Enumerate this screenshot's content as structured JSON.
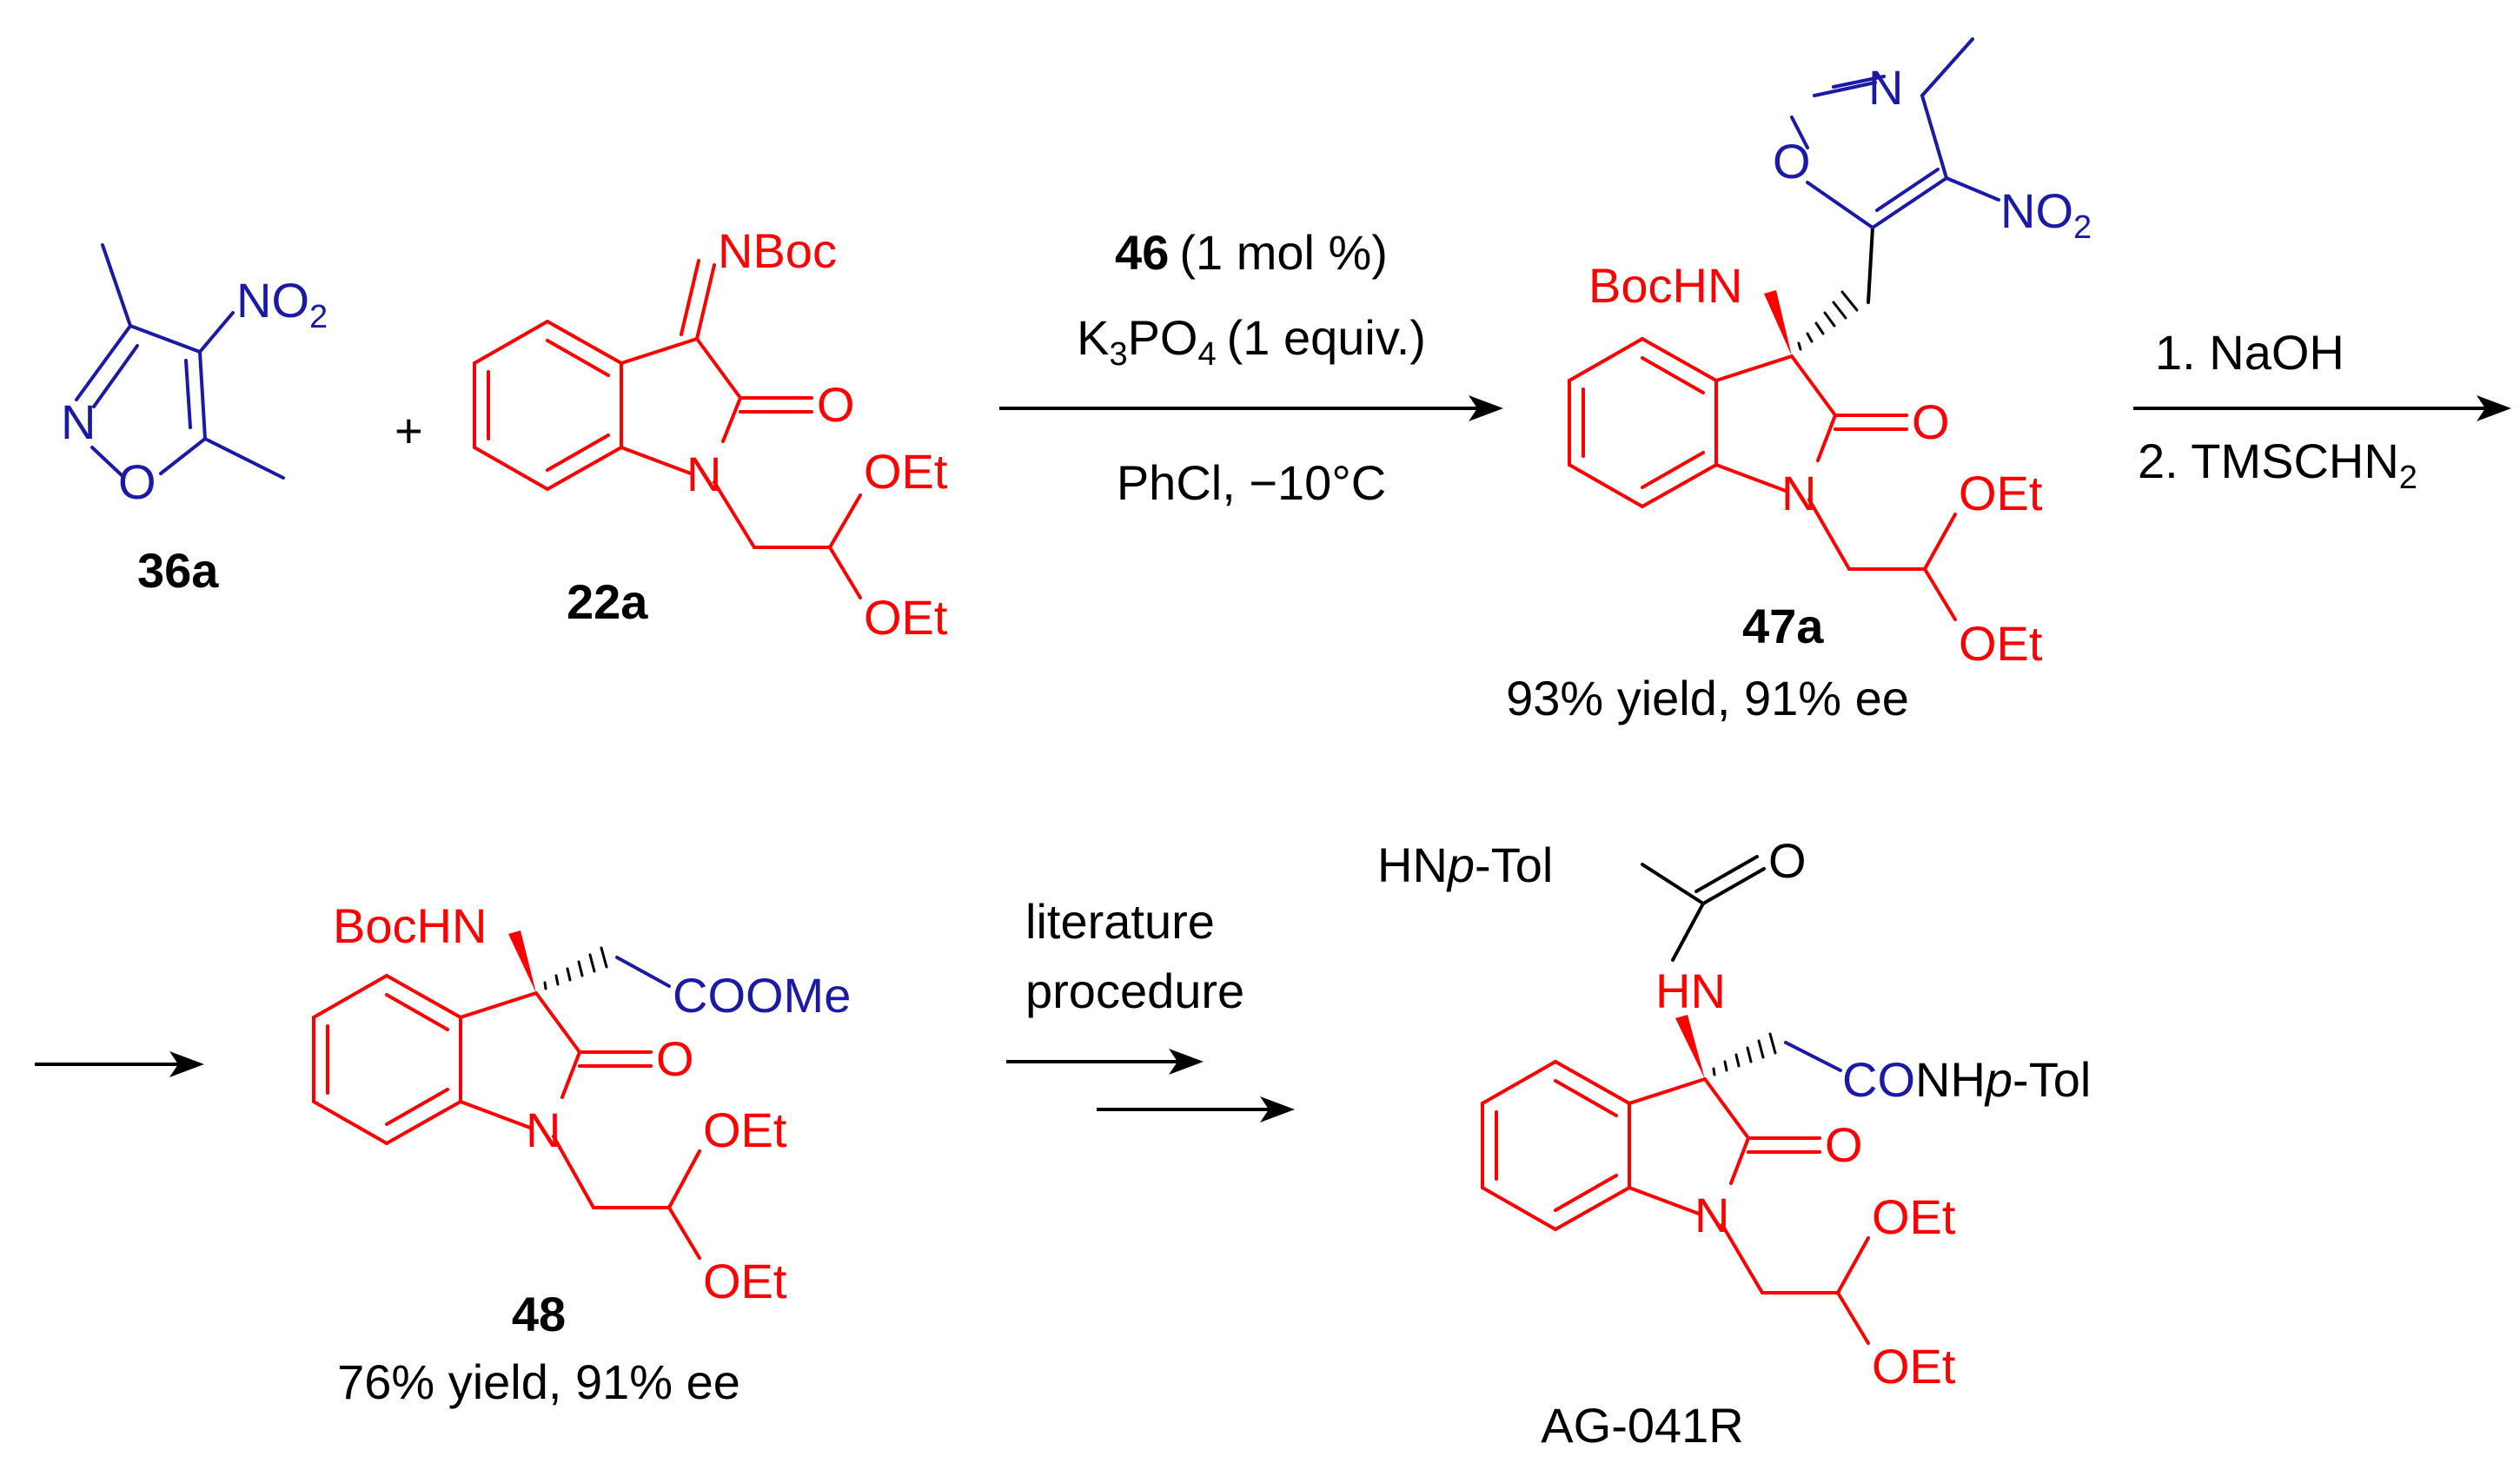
{
  "colors": {
    "red": "#ff0000",
    "blue": "#1a1aa6",
    "black": "#000000"
  },
  "reactant1": {
    "label": "36a",
    "atoms": {
      "nitro": "NO",
      "nitro_sub": "2",
      "n": "N",
      "o": "O"
    }
  },
  "plus": "+",
  "reactant2": {
    "label": "22a",
    "atoms": {
      "imine": "NBoc",
      "carbonyl_o": "O",
      "n": "N",
      "oet1": "OEt",
      "oet2": "OEt"
    }
  },
  "step1": {
    "catalyst_label": "46",
    "catalyst_amount": "(1 mol %)",
    "base_prefix": "K",
    "base_sub1": "3",
    "base_mid": "PO",
    "base_sub2": "4",
    "base_suffix": "(1 equiv.)",
    "conditions": "PhCl, −10°C"
  },
  "product47a": {
    "label": "47a",
    "yield_text": "93% yield, 91% ee",
    "atoms": {
      "bochn": "BocHN",
      "carbonyl_o": "O",
      "n": "N",
      "oet1": "OEt",
      "oet2": "OEt",
      "iso_n": "N",
      "iso_o": "O",
      "nitro": "NO",
      "nitro_sub": "2"
    }
  },
  "step2": {
    "line1": "1. NaOH",
    "line2_prefix": "2. TMSCHN",
    "line2_sub": "2"
  },
  "product48": {
    "label": "48",
    "yield_text": "76% yield, 91% ee",
    "atoms": {
      "bochn": "BocHN",
      "ester": "COOMe",
      "carbonyl_o": "O",
      "n": "N",
      "oet1": "OEt",
      "oet2": "OEt"
    }
  },
  "step3": {
    "line1": "literature",
    "line2": "procedure"
  },
  "productAG": {
    "label": "AG-041R",
    "atoms": {
      "urea_nh_prefix": "HN",
      "urea_nh_italic": "p",
      "urea_nh_suffix": "-Tol",
      "urea_o": "O",
      "hn": "HN",
      "amide_co": "CO",
      "amide_nh": "NH",
      "amide_italic": "p",
      "amide_suffix": "-Tol",
      "carbonyl_o": "O",
      "n": "N",
      "oet1": "OEt",
      "oet2": "OEt"
    }
  }
}
